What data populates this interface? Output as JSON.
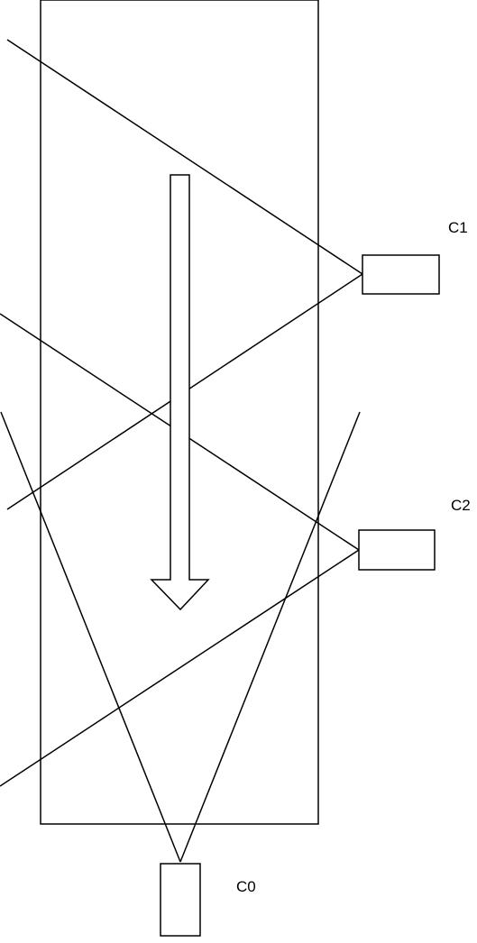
{
  "diagram": {
    "colors": {
      "stroke": "#000000",
      "background": "#ffffff"
    },
    "cameras": [
      {
        "id": "c1",
        "label": "C1"
      },
      {
        "id": "c2",
        "label": "C2"
      },
      {
        "id": "c0",
        "label": "C0"
      }
    ]
  }
}
